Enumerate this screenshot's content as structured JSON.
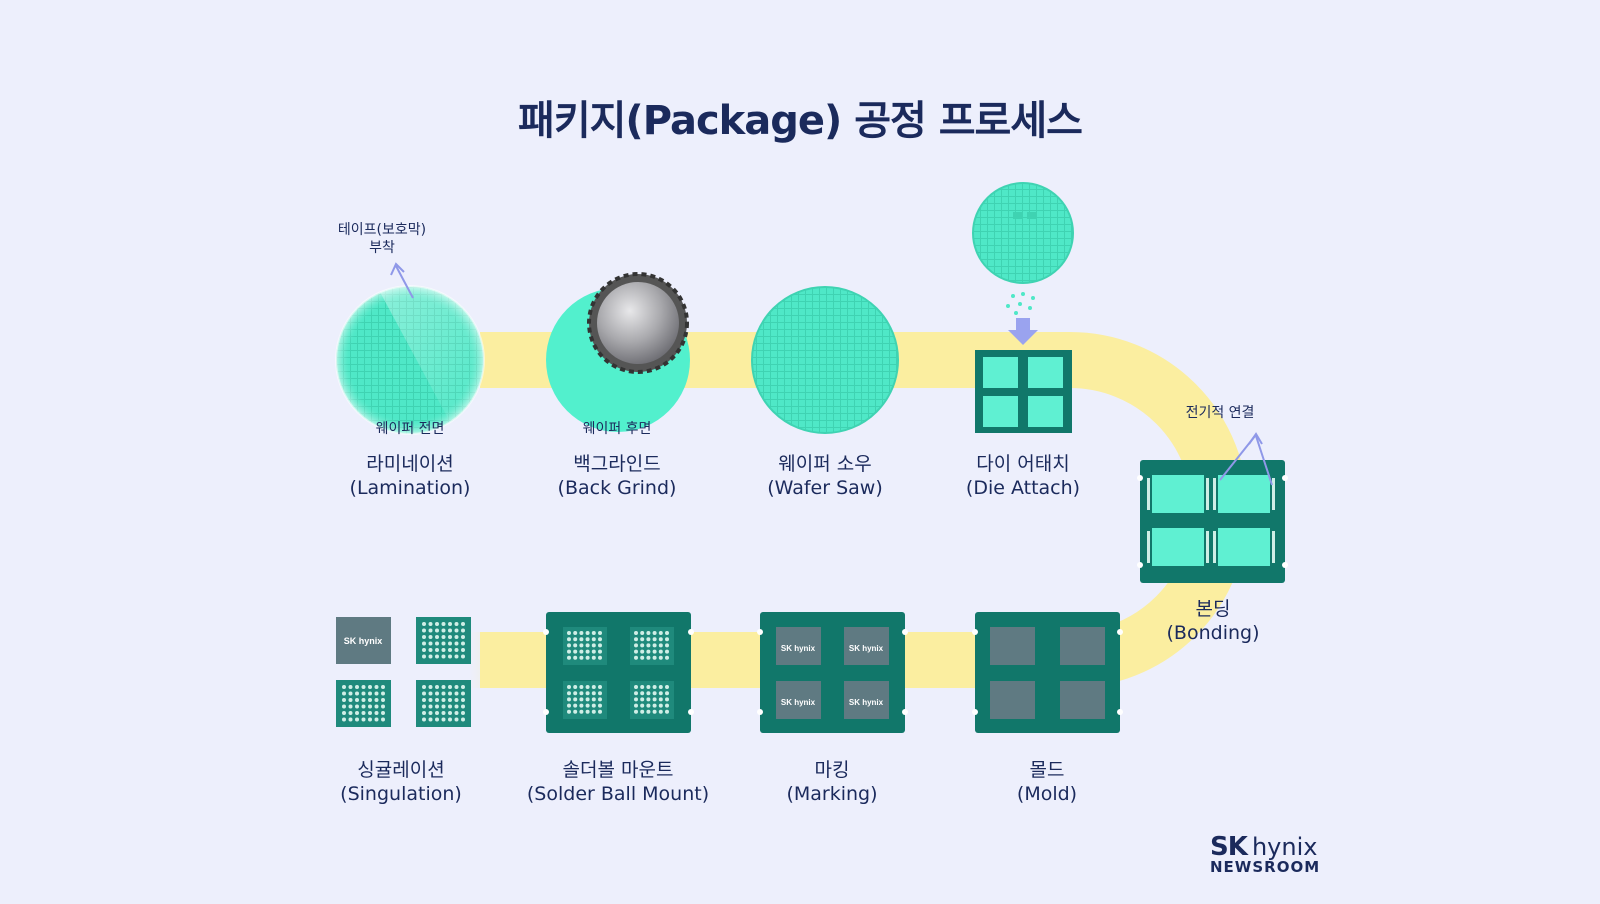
{
  "title": "패키지(Package) 공정 프로세스",
  "steps": [
    {
      "ko": "라미네이션",
      "en": "(Lamination)"
    },
    {
      "ko": "백그라인드",
      "en": "(Back Grind)"
    },
    {
      "ko": "웨이퍼 소우",
      "en": "(Wafer Saw)"
    },
    {
      "ko": "다이 어태치",
      "en": "(Die Attach)"
    },
    {
      "ko": "본딩",
      "en": "(Bonding)"
    },
    {
      "ko": "몰드",
      "en": "(Mold)"
    },
    {
      "ko": "마킹",
      "en": "(Marking)"
    },
    {
      "ko": "솔더볼 마운트",
      "en": "(Solder Ball Mount)"
    },
    {
      "ko": "싱귤레이션",
      "en": "(Singulation)"
    }
  ],
  "annotations": {
    "tape_line1": "테이프(보호막)",
    "tape_line2": "부착",
    "wafer_front": "웨이퍼 전면",
    "wafer_back": "웨이퍼 후면",
    "electrical": "전기적 연결"
  },
  "chip_logo": "SK hynix",
  "brand": {
    "sk": "SK",
    "hynix": "hynix",
    "newsroom": "NEWSROOM"
  },
  "colors": {
    "background": "#edeffc",
    "track": "#fbeea0",
    "wafer": "#4fe8c7",
    "pcb": "#11776a",
    "die": "#5ff0d2",
    "mold": "#5f7a82",
    "text": "#1b2a5c",
    "arrow": "#8f98e8"
  }
}
